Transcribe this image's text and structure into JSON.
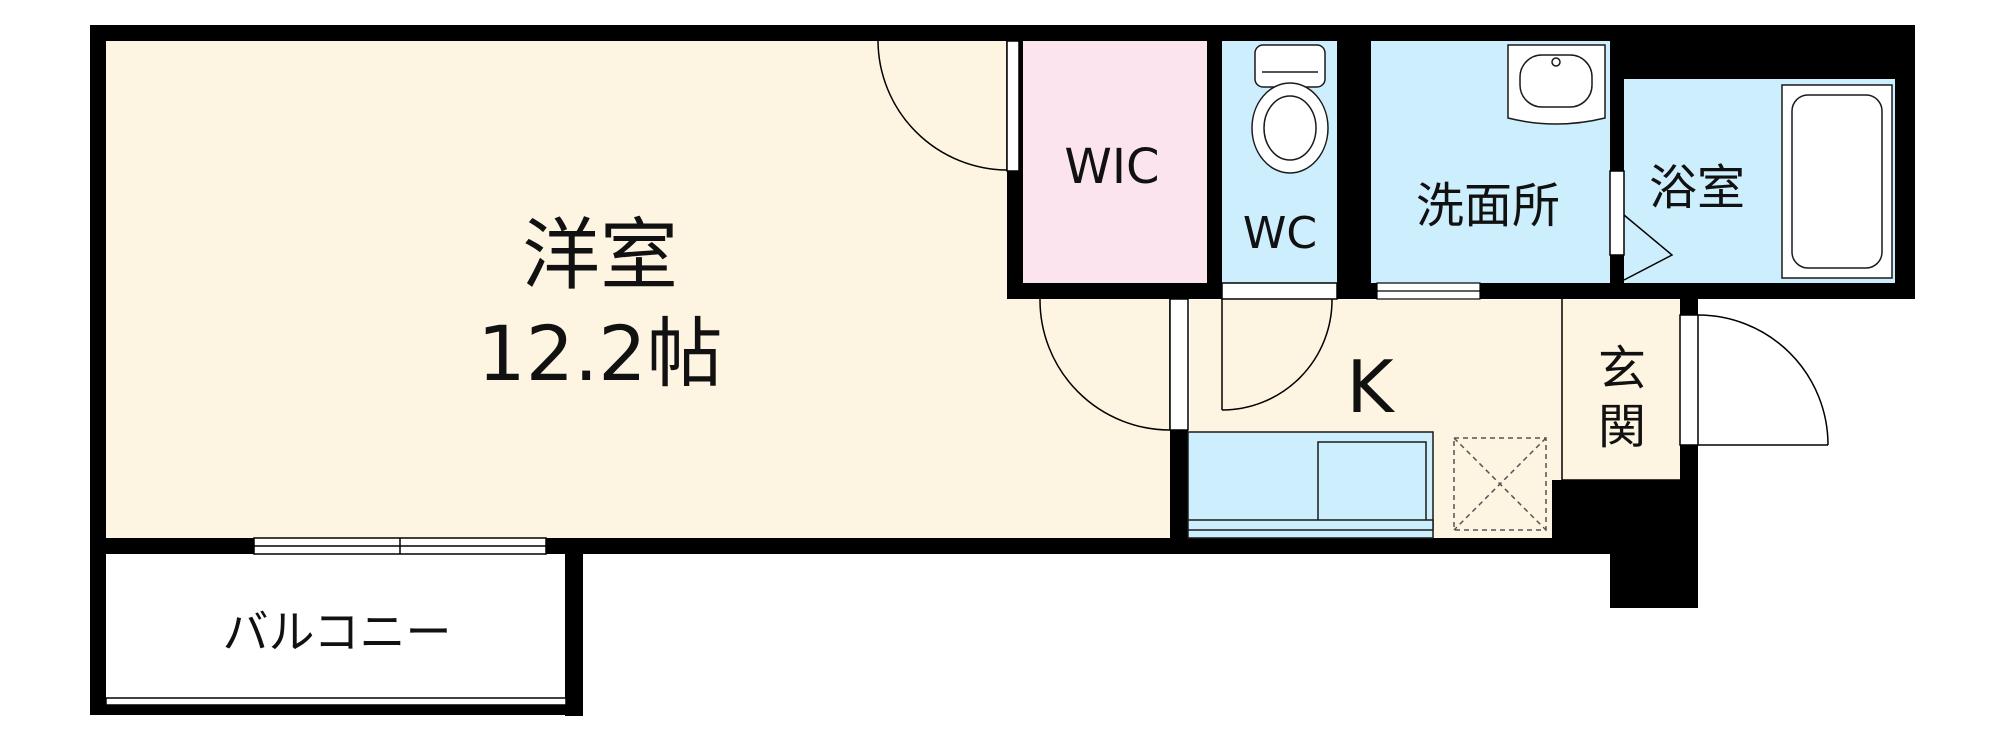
{
  "colors": {
    "wall": "#000000",
    "western_room": "#fdf5e2",
    "wic": "#fce4ef",
    "water_area": "#cdeefc",
    "kitchen": "#fdf5e2",
    "fixture_stroke": "#1a1a1a",
    "balcony": "#ffffff"
  },
  "rooms": {
    "western": {
      "name": "洋室",
      "size": "12.2帖"
    },
    "wic": {
      "name": "WIC"
    },
    "wc": {
      "name": "WC"
    },
    "washroom": {
      "name": "洗面所"
    },
    "bath": {
      "name": "浴室"
    },
    "kitchen": {
      "name": "K"
    },
    "entrance": {
      "name_line1": "玄",
      "name_line2": "関"
    },
    "balcony": {
      "name": "バルコニー"
    }
  },
  "icons": {
    "toilet": "toilet-icon",
    "sink": "washbasin-icon",
    "bathtub": "bathtub-icon",
    "stove": "kitchen-stove-icon",
    "fridge_space": "fridge-space-icon"
  }
}
